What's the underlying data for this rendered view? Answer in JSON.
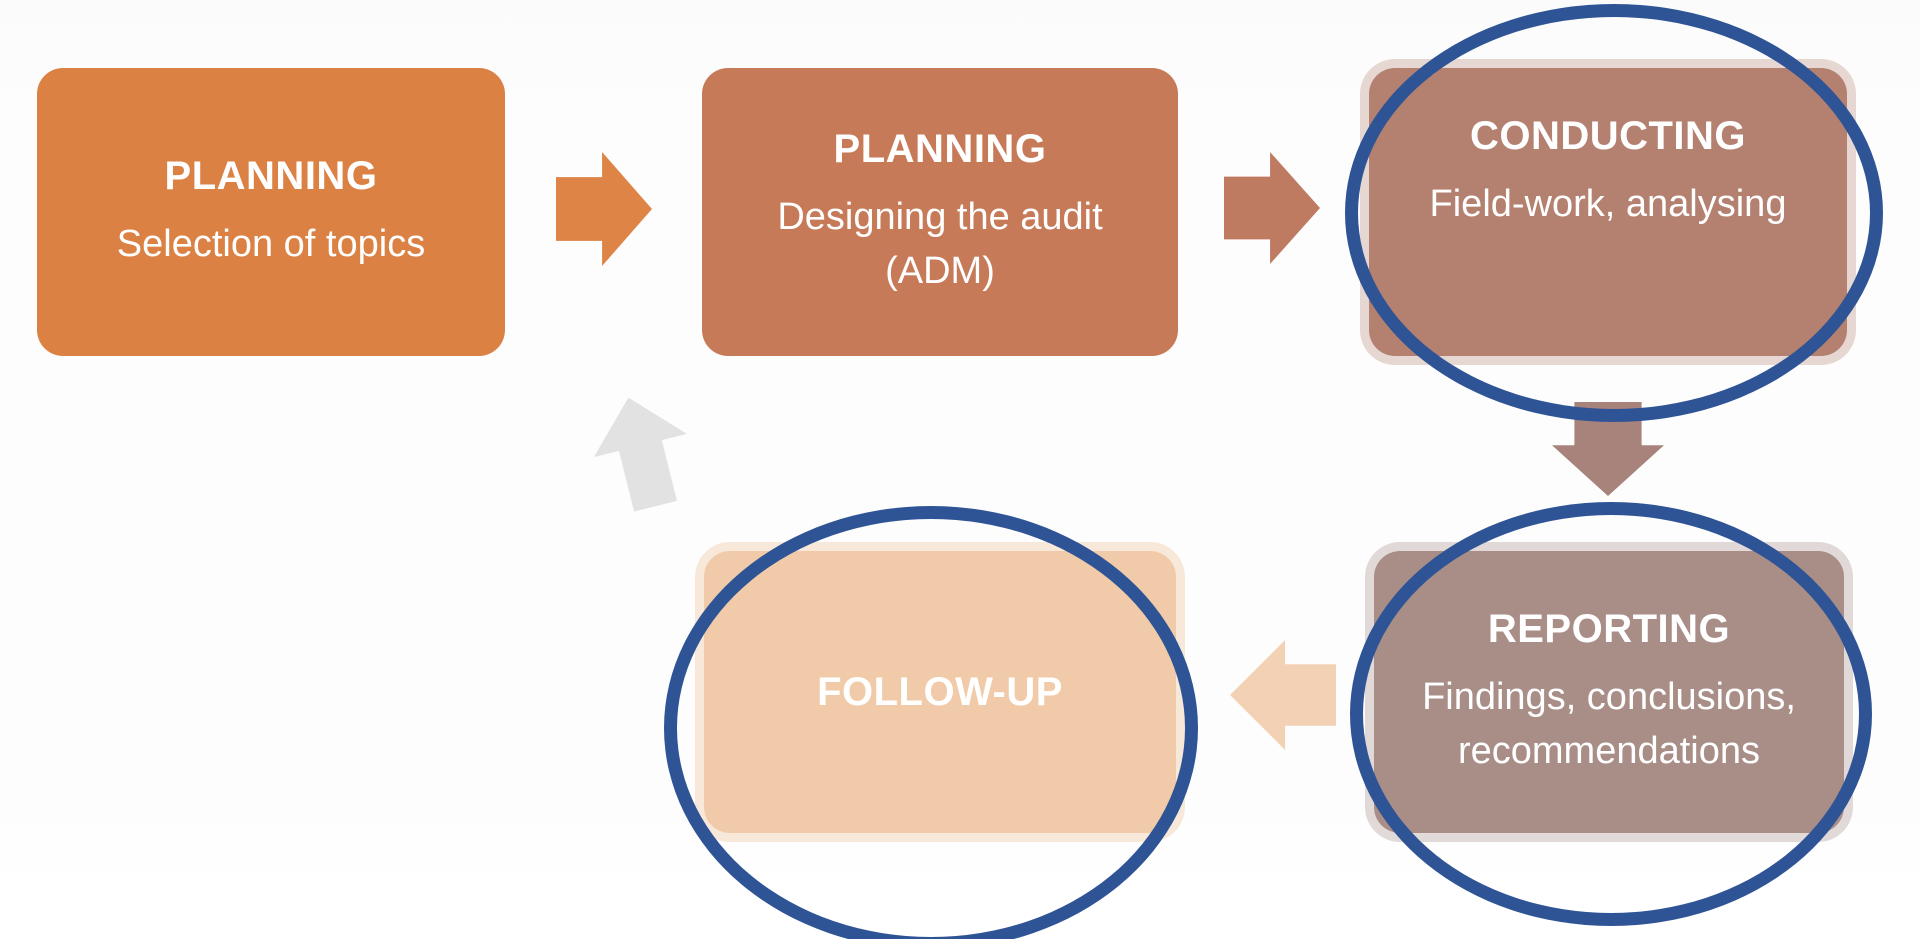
{
  "diagram": {
    "description": "Audit process cycle diagram",
    "colors": {
      "ellipse_highlight": "#2F5496",
      "text": "#FFFFFF",
      "background": "#FDFDFD"
    },
    "boxes": [
      {
        "id": "planning-selection",
        "title": "PLANNING",
        "subtitle": "Selection of topics",
        "color": "#DC8144",
        "circled": false
      },
      {
        "id": "planning-design",
        "title": "PLANNING",
        "subtitle": "Designing the audit (ADM)",
        "color": "#C67A57",
        "circled": false
      },
      {
        "id": "conducting",
        "title": "CONDUCTING",
        "subtitle": "Field-work, analysing",
        "color": "#B48170",
        "circled": true
      },
      {
        "id": "reporting",
        "title": "REPORTING",
        "subtitle": "Findings, conclusions, recommendations",
        "color": "#A98E88",
        "circled": true
      },
      {
        "id": "follow-up",
        "title": "FOLLOW-UP",
        "subtitle": "",
        "color": "#F1CBA9",
        "circled": true
      }
    ],
    "arrows": [
      {
        "id": "planning-to-design",
        "direction": "right",
        "color": "#DD8446"
      },
      {
        "id": "design-to-conducting",
        "direction": "right",
        "color": "#BF7B61"
      },
      {
        "id": "conducting-to-reporting",
        "direction": "down",
        "color": "#A8837C"
      },
      {
        "id": "reporting-to-followup",
        "direction": "left",
        "color": "#F3D1B4"
      },
      {
        "id": "followup-to-planning",
        "direction": "up",
        "color": "#E2E2E3"
      }
    ]
  }
}
